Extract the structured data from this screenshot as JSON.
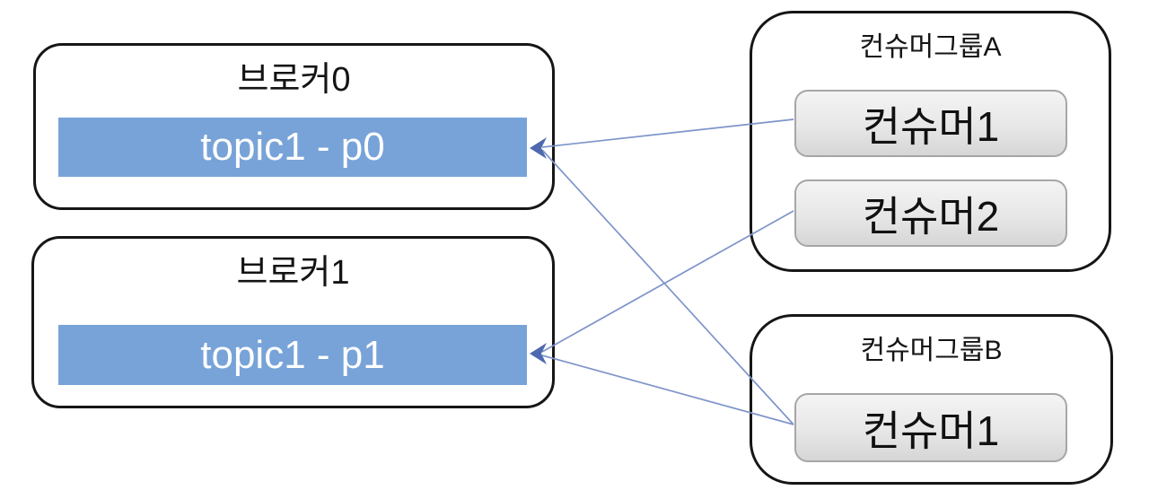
{
  "diagram": {
    "brokers": [
      {
        "title": "브로커0",
        "partition_label": "topic1 - p0"
      },
      {
        "title": "브로커1",
        "partition_label": "topic1 - p1"
      }
    ],
    "consumer_groups": [
      {
        "title": "컨슈머그룹A",
        "consumers": [
          {
            "label": "컨슈머1"
          },
          {
            "label": "컨슈머2"
          }
        ]
      },
      {
        "title": "컨슈머그룹B",
        "consumers": [
          {
            "label": "컨슈머1"
          }
        ]
      }
    ],
    "connections": [
      {
        "from": "컨슈머그룹A / 컨슈머1",
        "to": "topic1 - p0"
      },
      {
        "from": "컨슈머그룹A / 컨슈머2",
        "to": "topic1 - p1"
      },
      {
        "from": "컨슈머그룹B / 컨슈머1",
        "to": "topic1 - p0"
      },
      {
        "from": "컨슈머그룹B / 컨슈머1",
        "to": "topic1 - p1"
      }
    ],
    "colors": {
      "partition_fill": "#78a3d8",
      "partition_text": "#ffffff",
      "arrow_line": "#7e94ca",
      "arrow_head": "#4e69b0",
      "box_border": "#161616",
      "consumer_fill_top": "#f4f4f4",
      "consumer_fill_bottom": "#d6d6d6",
      "consumer_border": "#a6a6a6",
      "background": "#ffffff"
    }
  }
}
